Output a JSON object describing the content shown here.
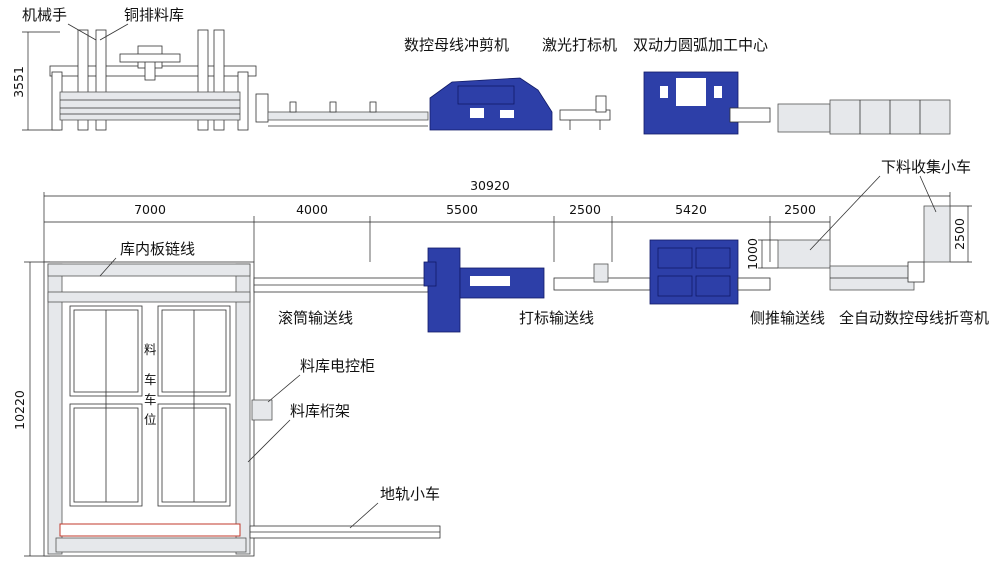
{
  "labels": {
    "manipulator": "机械手",
    "copper_store": "铜排料库",
    "cnc_punch": "数控母线冲剪机",
    "laser_marker": "激光打标机",
    "dual_arc_center": "双动力圆弧加工中心",
    "unload_cart": "下料收集小车",
    "inner_chain": "库内板链线",
    "roller_conveyor": "滚筒输送线",
    "marking_conveyor": "打标输送线",
    "side_push_conveyor": "侧推输送线",
    "auto_bender": "全自动数控母线折弯机",
    "control_cabinet": "料库电控柜",
    "store_truss": "料库桁架",
    "rail_cart": "地轨小车",
    "material_cart_vertical": [
      "料",
      "车",
      "车",
      "位"
    ]
  },
  "dimensions": {
    "side_height": "3551",
    "total_length": "30920",
    "seg_store": "7000",
    "seg_roller": "4000",
    "seg_punch": "5500",
    "seg_marking": "2500",
    "seg_arc": "5420",
    "seg_push": "2500",
    "cart_width": "1000",
    "unload_height": "2500",
    "plan_height": "10220"
  },
  "colors": {
    "machine_blue": "#2d3fa8",
    "line_gray": "#333333",
    "accent_red": "#c0392b"
  }
}
